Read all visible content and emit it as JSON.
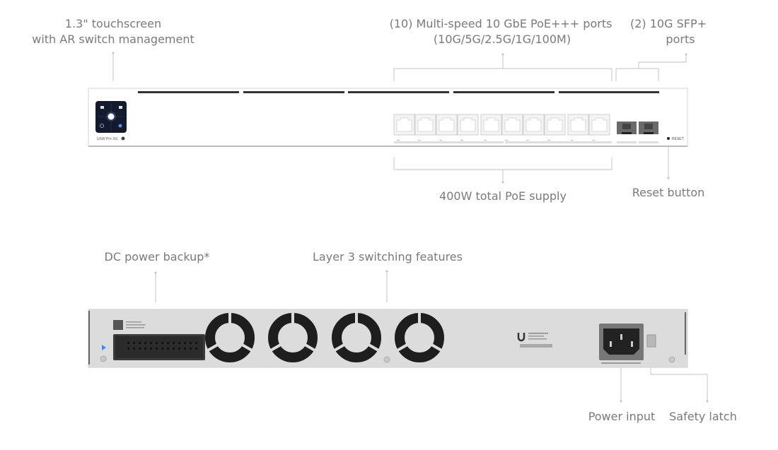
{
  "front": {
    "callouts": {
      "touchscreen": [
        "1.3\" touchscreen",
        "with AR switch management"
      ],
      "ports": [
        "(10) Multi-speed 10 GbE PoE+++ ports",
        "(10G/5G/2.5G/1G/100M)"
      ],
      "sfp": [
        "(2) 10G SFP+",
        "ports"
      ],
      "poe": "400W total PoE supply",
      "reset": "Reset button"
    },
    "model_label": "USW Pro XG",
    "reset_label": "RESET",
    "rj45_port_count": 10,
    "sfp_port_count": 2
  },
  "back": {
    "callouts": {
      "dc": "DC power backup*",
      "layer3": "Layer 3 switching features",
      "power": "Power input",
      "latch": "Safety latch"
    },
    "fan_count": 4
  },
  "colors": {
    "label": "#7a7a7a",
    "leader": "#c4c4c4",
    "front_panel": "#ffffff",
    "back_panel": "#dcdcdc",
    "accent_blue": "#3d8bf0"
  }
}
